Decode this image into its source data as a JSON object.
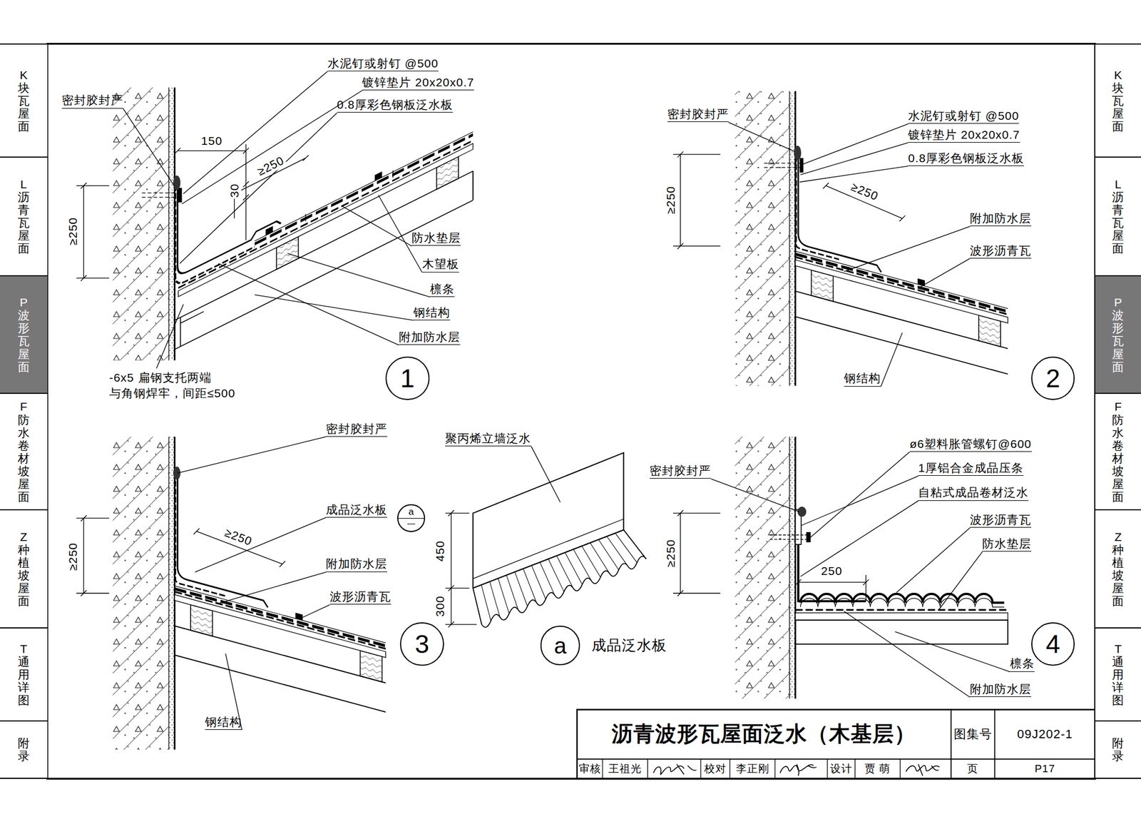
{
  "diagram": {
    "title": "沥青波形瓦屋面泛水（木基层）",
    "nodes": [
      {
        "text": [
          "K块瓦屋面"
        ]
      },
      {
        "text": [
          "L沥青瓦屋面"
        ]
      },
      {
        "text": [
          "P波形瓦屋面"
        ]
      },
      {
        "text": [
          "F防水卷材坡屋面"
        ]
      },
      {
        "text": [
          "Z种植坡屋面"
        ]
      },
      {
        "text": [
          "T通用详图"
        ]
      },
      {
        "text": [
          "附录"
        ]
      },
      {
        "text": [
          "K块瓦屋面"
        ]
      },
      {
        "text": [
          "L沥青瓦屋面"
        ]
      },
      {
        "text": [
          "P波形瓦屋面"
        ]
      },
      {
        "text": [
          "F防水卷材坡屋面"
        ]
      },
      {
        "text": [
          "Z种植坡屋面"
        ]
      },
      {
        "text": [
          "T通用详图"
        ]
      },
      {
        "text": [
          "附录"
        ]
      },
      {
        "text": [
          "1"
        ]
      },
      {
        "text": [
          "2"
        ]
      },
      {
        "text": [
          "a"
        ]
      },
      {
        "text": [
          "3"
        ]
      },
      {
        "text": [
          "a"
        ]
      },
      {
        "text": [
          "4"
        ]
      }
    ],
    "labels": [
      "水泥钉或射钉 @500",
      "镀锌垫片 20x20x0.7",
      "0.8厚彩色钢板泛水板",
      "密封胶封严",
      "150",
      "≥250",
      "30",
      "≥250",
      "防水垫层",
      "木望板",
      "檩条",
      "钢结构",
      "附加防水层",
      "-6x5 扁钢支托两端 与角钢焊牢，间距≤500",
      "密封胶封严",
      "水泥钉或射钉 @500",
      "镀锌垫片 20x20x0.7",
      "0.8厚彩色钢板泛水板",
      "≥250",
      "≥250",
      "附加防水层",
      "波形沥青瓦",
      "钢结构",
      "密封胶封严",
      "成品泛水板",
      "≥250",
      "≥250",
      "附加防水层",
      "波形沥青瓦",
      "钢结构",
      "聚丙烯立墙泛水",
      "450",
      "300",
      "成品泛水板",
      "ø6塑料胀管螺钉@600",
      "1厚铝合金成品压条",
      "自粘式成品卷材泛水",
      "密封胶封严",
      "波形沥青瓦",
      "防水垫层",
      "≥250",
      "250",
      "檩条",
      "附加防水层",
      "图集号",
      "09J202-1",
      "审核",
      "王祖光",
      "校对",
      "李正刚",
      "设计",
      "贾 萌",
      "页",
      "P17"
    ]
  }
}
